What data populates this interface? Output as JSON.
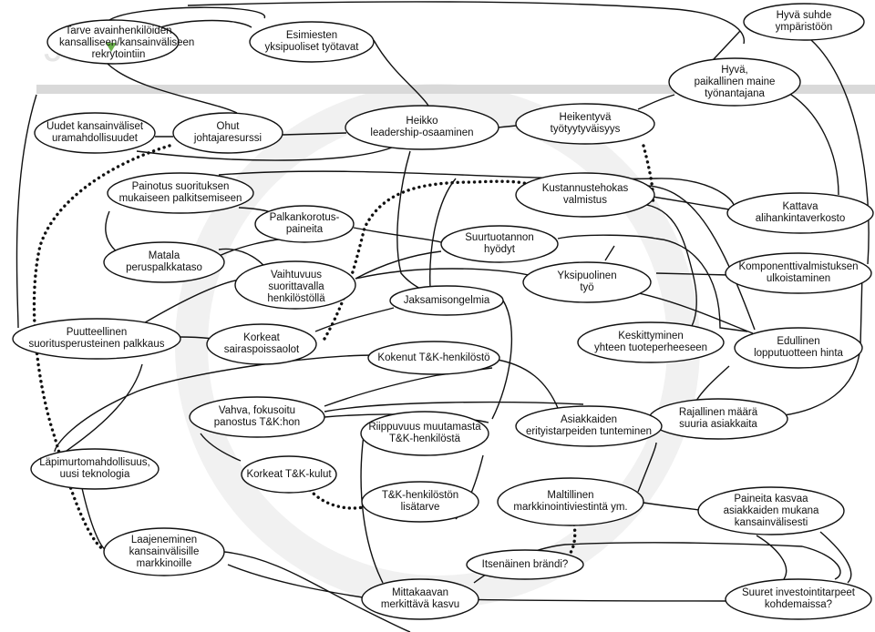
{
  "watermark": "Jo",
  "colors": {
    "edge": "#111111",
    "dotted": "#111111",
    "band": "#d9d9d9",
    "marker": "#6ab04c",
    "watermark": "#eeeeee"
  },
  "nodes": [
    {
      "id": "n1",
      "label": "Tarve avainhenkilöiden\nkansalliseen/kansainväliseen\nrekrytointiin"
    },
    {
      "id": "n2",
      "label": "Esimiesten\nyksipuoliset työtavat"
    },
    {
      "id": "n3",
      "label": "Hyvä suhde\nympäristöön"
    },
    {
      "id": "n4",
      "label": "Hyvä,\npaikallinen maine\ntyönantajana"
    },
    {
      "id": "n5",
      "label": "Uudet  kansainväliset\nuramahdollisuudet"
    },
    {
      "id": "n6",
      "label": "Ohut\njohtajaresurssi"
    },
    {
      "id": "n7",
      "label": "Heikko\nleadership-osaaminen"
    },
    {
      "id": "n8",
      "label": "Heikentyvä\ntyötyytyväisyys"
    },
    {
      "id": "n9",
      "label": "Painotus suorituksen\nmukaiseen palkitsemiseen"
    },
    {
      "id": "n10",
      "label": "Kustannustehokas\nvalmistus"
    },
    {
      "id": "n11",
      "label": "Kattava\nalihankintaverkosto"
    },
    {
      "id": "n12",
      "label": "Palkankorotus-\npaineita"
    },
    {
      "id": "n13",
      "label": "Suurtuotannon\nhyödyt"
    },
    {
      "id": "n14",
      "label": "Matala\nperuspalkkataso"
    },
    {
      "id": "n15",
      "label": "Komponenttivalmistuksen\nulkoistaminen"
    },
    {
      "id": "n16",
      "label": "Vaihtuvuus\nsuorittavalla\nhenkilöstöllä"
    },
    {
      "id": "n17",
      "label": "Yksipuolinen\ntyö"
    },
    {
      "id": "n18",
      "label": "Jaksamisongelmia"
    },
    {
      "id": "n19",
      "label": "Puutteellinen\nsuoritusperusteinen palkkaus"
    },
    {
      "id": "n20",
      "label": "Korkeat\nsairaspoissaolot"
    },
    {
      "id": "n21",
      "label": "Keskittyminen\nyhteen tuoteperheeseen"
    },
    {
      "id": "n22",
      "label": "Edullinen\nlopputuotteen hinta"
    },
    {
      "id": "n23",
      "label": "Kokenut T&K-henkilöstö"
    },
    {
      "id": "n24",
      "label": "Rajallinen määrä\nsuuria asiakkaita"
    },
    {
      "id": "n25",
      "label": "Vahva, fokusoitu\npanostus T&K:hon"
    },
    {
      "id": "n26",
      "label": "Riippuvuus muutamasta\nT&K-henkilöstä"
    },
    {
      "id": "n27",
      "label": "Asiakkaiden\nerityistarpeiden tunteminen"
    },
    {
      "id": "n28",
      "label": "Läpimurtomahdollisuus,\nuusi teknologia"
    },
    {
      "id": "n29",
      "label": "Korkeat T&K-kulut"
    },
    {
      "id": "n30",
      "label": "T&K-henkilöstön\nlisätarve"
    },
    {
      "id": "n31",
      "label": "Maltillinen\nmarkkinointiviestintä ym."
    },
    {
      "id": "n32",
      "label": "Paineita kasvaa\nasiakkaiden mukana\nkansainvälisesti"
    },
    {
      "id": "n33",
      "label": "Laajeneminen\nkansainvälisille\nmarkkinoille"
    },
    {
      "id": "n34",
      "label": "Itsenäinen brändi?"
    },
    {
      "id": "n35",
      "label": "Mittakaavan\nmerkittävä kasvu"
    },
    {
      "id": "n36",
      "label": "Suuret investointitarpeet\nkohdemaissa?"
    }
  ]
}
